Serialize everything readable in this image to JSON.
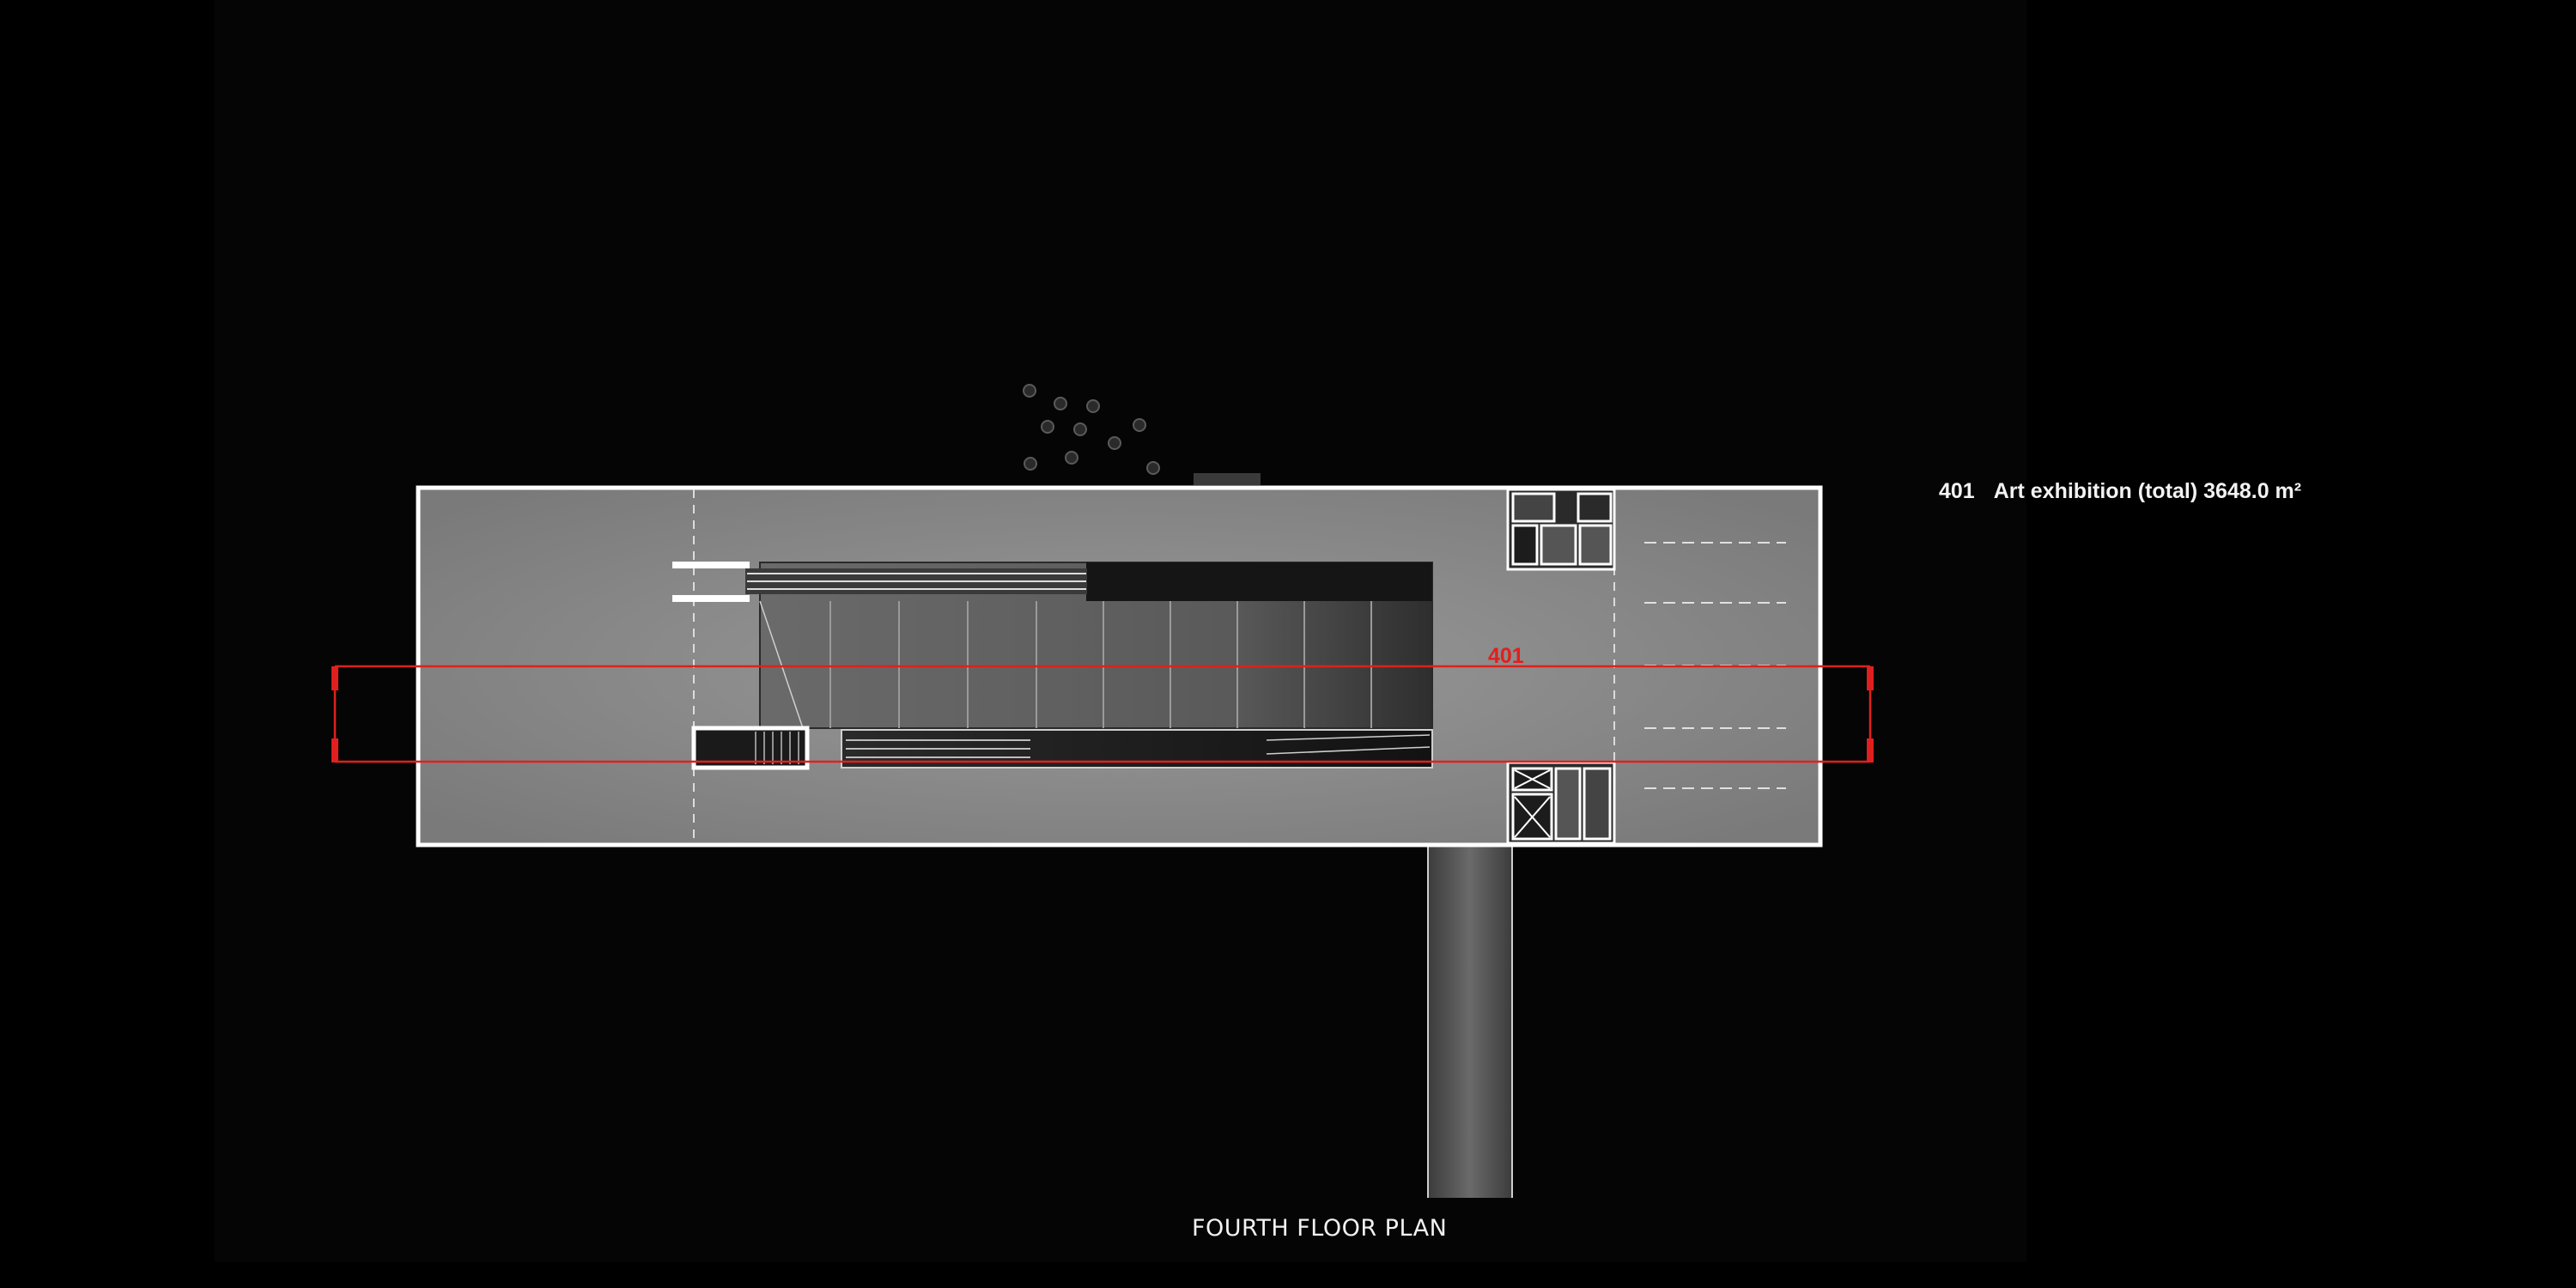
{
  "title": "FOURTH FLOOR PLAN",
  "room_label": "401",
  "legend": [
    {
      "number": "401",
      "text": "Art exhibition (total) 3648.0 m²"
    }
  ],
  "colors": {
    "background": "#000000",
    "floor": "#8a8a8a",
    "walls": "#ffffff",
    "section_line": "#e0201e",
    "text": "#f2f2f2"
  }
}
